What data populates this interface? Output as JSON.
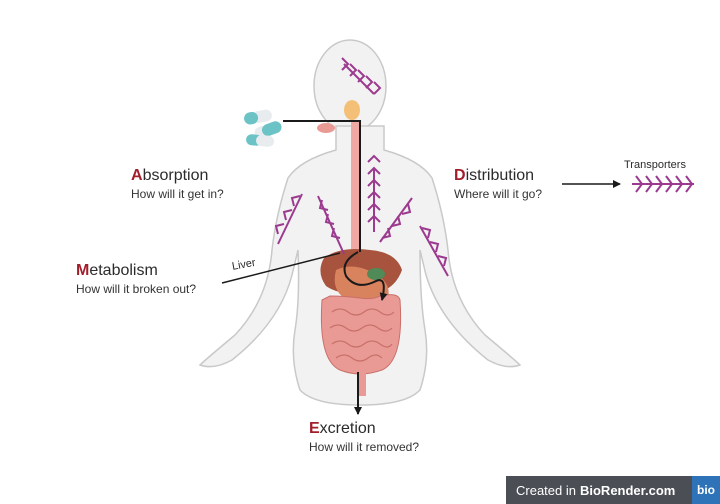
{
  "absorption": {
    "initial": "A",
    "rest": "bsorption",
    "question": "How will it get in?"
  },
  "distribution": {
    "initial": "D",
    "rest": "istribution",
    "question": "Where will it go?"
  },
  "metabolism": {
    "initial": "M",
    "rest": "etabolism",
    "question": "How will it broken out?"
  },
  "excretion": {
    "initial": "E",
    "rest": "xcretion",
    "question": "How will it removed?"
  },
  "liver_label": "Liver",
  "transporters_label": "Transporters",
  "badge": {
    "prefix": "Created in",
    "brand": "BioRender.com",
    "logo": "bio"
  },
  "colors": {
    "accent_letter": "#a31e2b",
    "chevron": "#9b3a8e",
    "body_fill": "#f2f2f2",
    "body_outline": "#c9c9c9",
    "gut_pipe": "#f0a8a4",
    "intestine": "#e99a94",
    "liver": "#a8533d",
    "stomach": "#d9825e",
    "capsule_teal": "#6cc3c6",
    "badge_bg": "#4b4f55",
    "badge_logo": "#2e73b8"
  },
  "icons": [
    "capsule-icon",
    "chevron-arrow-icon",
    "human-body-icon",
    "liver-icon",
    "stomach-icon",
    "intestine-icon"
  ]
}
